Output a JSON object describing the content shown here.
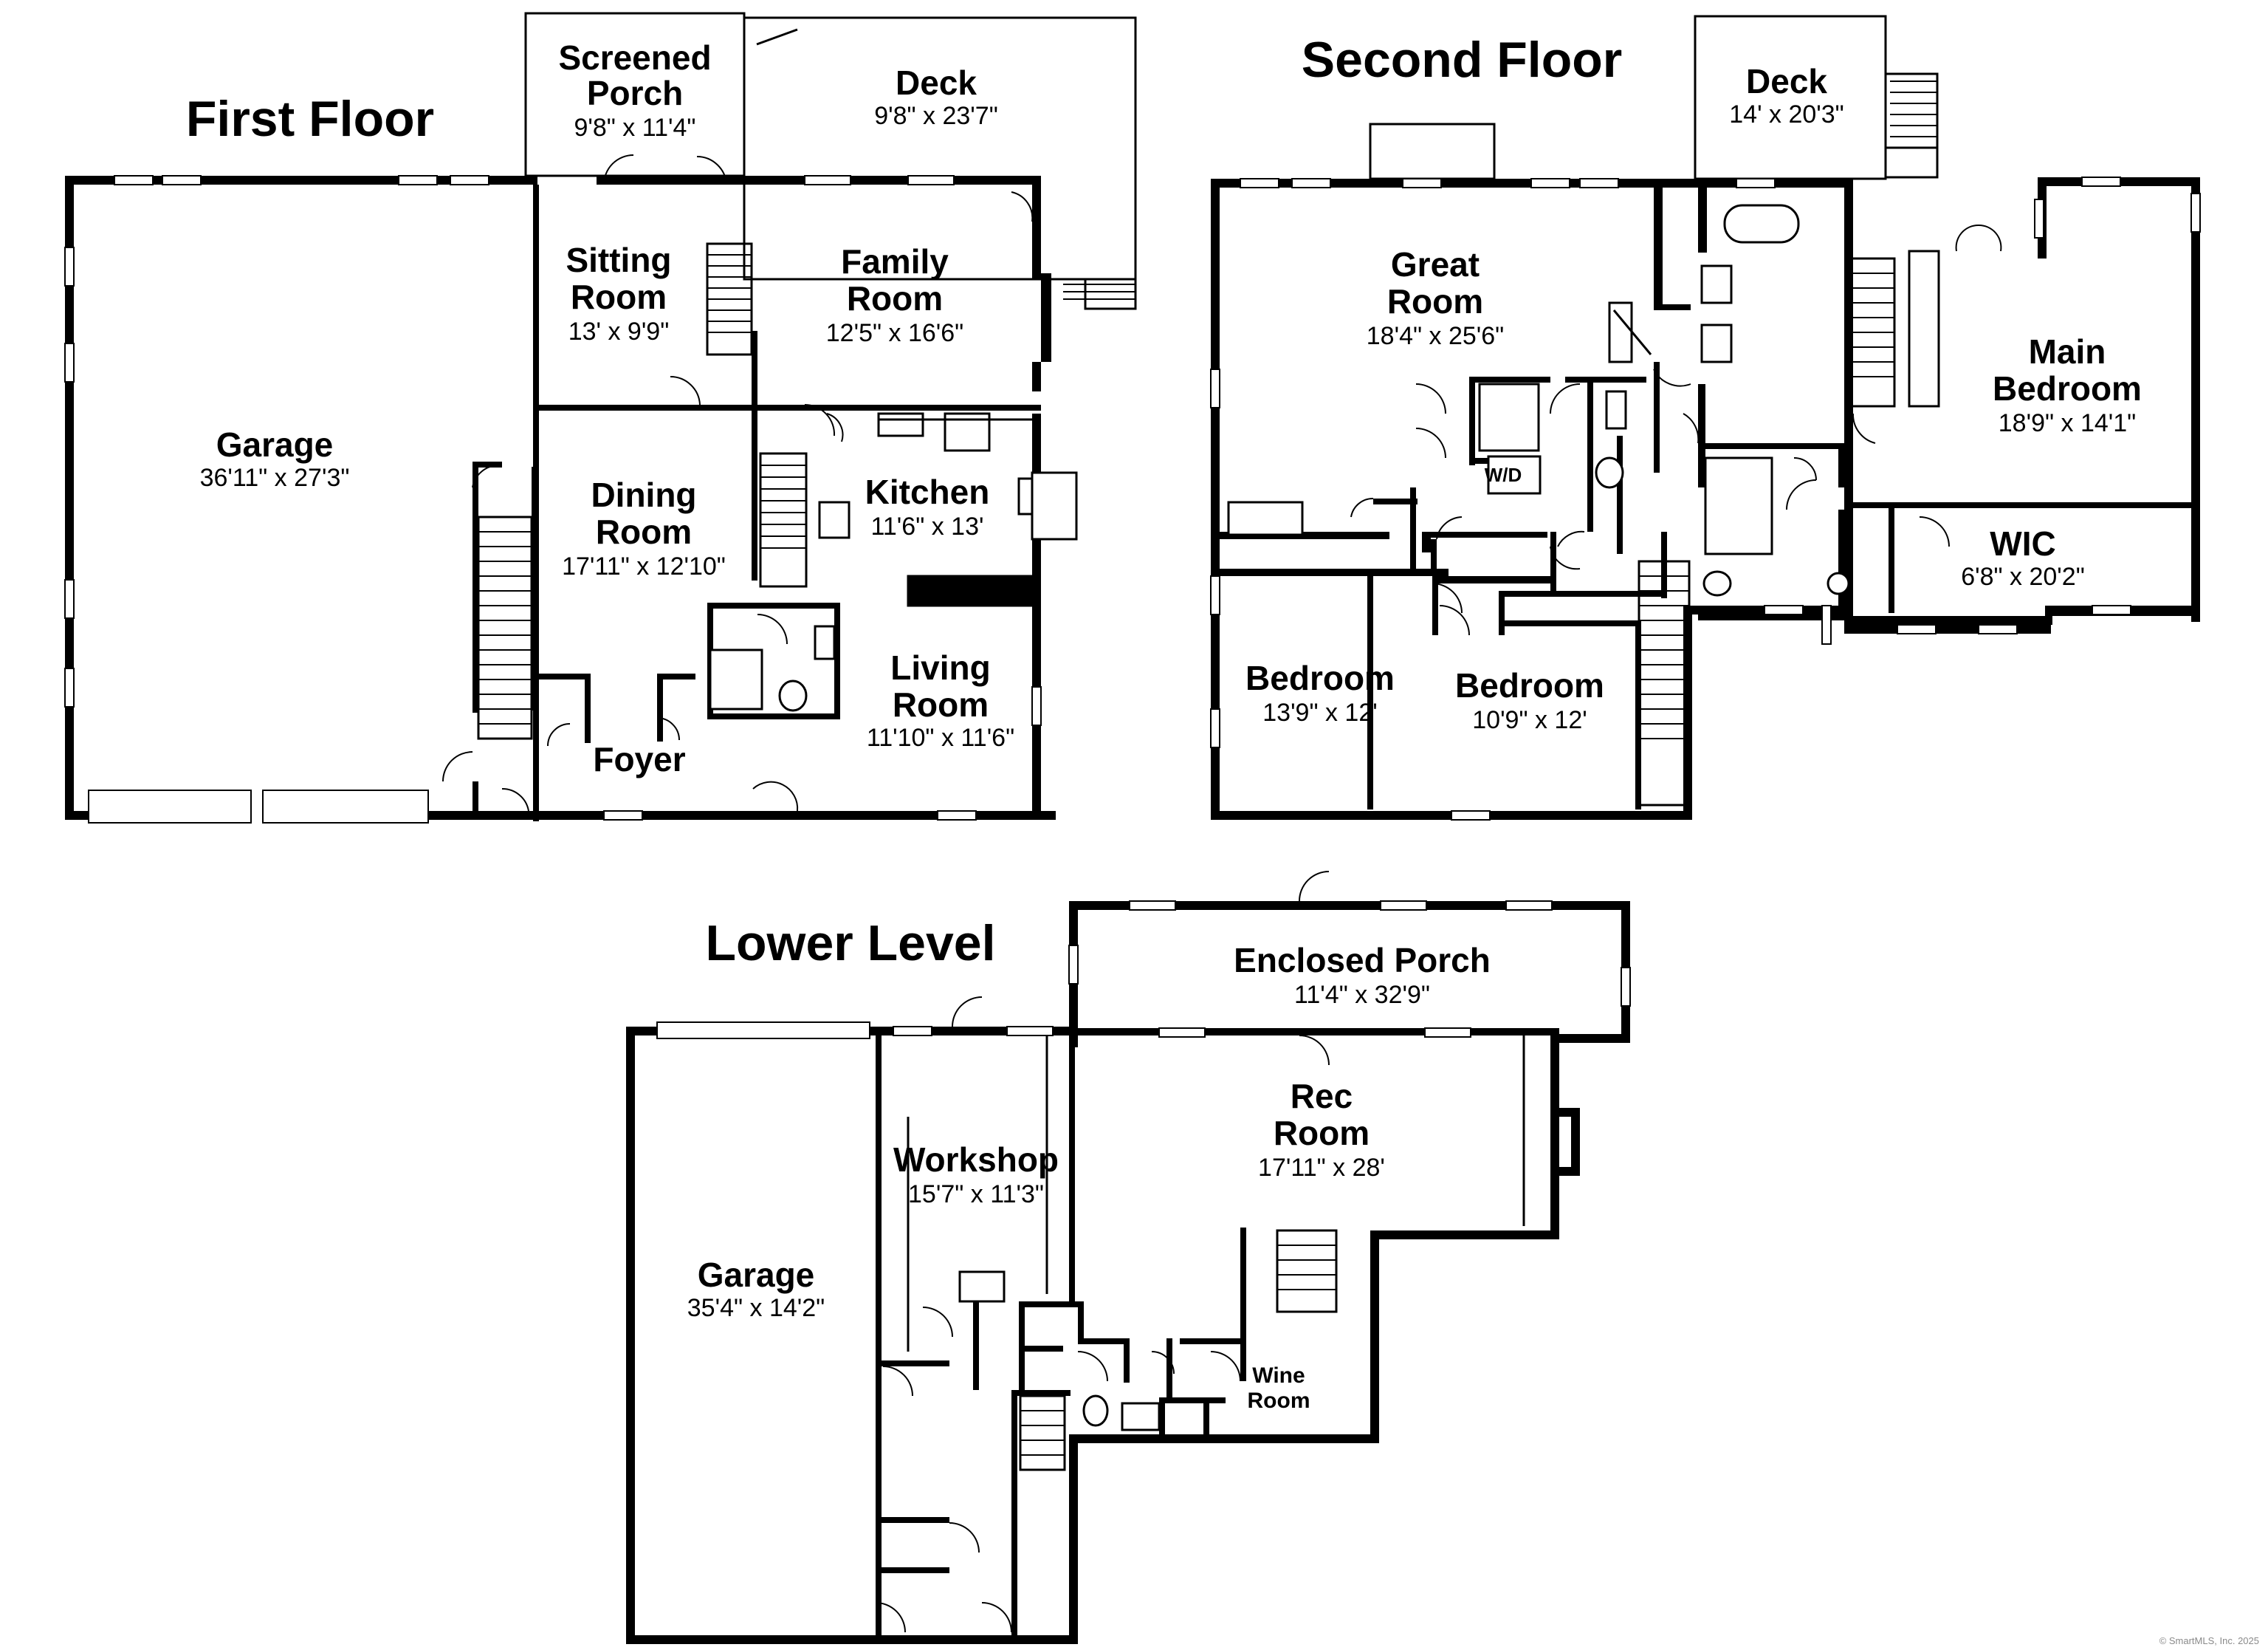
{
  "floors": {
    "first": {
      "title": "First Floor",
      "rooms": {
        "screened_porch": {
          "name1": "Screened",
          "name2": "Porch",
          "dim": "9'8\" x 11'4\""
        },
        "deck": {
          "name": "Deck",
          "dim": "9'8\" x 23'7\""
        },
        "sitting": {
          "name1": "Sitting",
          "name2": "Room",
          "dim": "13' x 9'9\""
        },
        "family": {
          "name1": "Family",
          "name2": "Room",
          "dim": "12'5\" x 16'6\""
        },
        "garage": {
          "name": "Garage",
          "dim": "36'11\" x 27'3\""
        },
        "dining": {
          "name1": "Dining",
          "name2": "Room",
          "dim": "17'11\" x 12'10\""
        },
        "kitchen": {
          "name": "Kitchen",
          "dim": "11'6\" x 13'"
        },
        "living": {
          "name1": "Living",
          "name2": "Room",
          "dim": "11'10\" x 11'6\""
        },
        "foyer": {
          "name": "Foyer"
        }
      }
    },
    "second": {
      "title": "Second Floor",
      "rooms": {
        "deck": {
          "name": "Deck",
          "dim": "14' x 20'3\""
        },
        "great": {
          "name1": "Great",
          "name2": "Room",
          "dim": "18'4\" x 25'6\""
        },
        "main_bedroom": {
          "name1": "Main",
          "name2": "Bedroom",
          "dim": "18'9\" x 14'1\""
        },
        "wic": {
          "name": "WIC",
          "dim": "6'8\" x 20'2\""
        },
        "bedroom1": {
          "name": "Bedroom",
          "dim": "13'9\" x 12'"
        },
        "bedroom2": {
          "name": "Bedroom",
          "dim": "10'9\" x 12'"
        },
        "laundry": {
          "name": "W/D"
        }
      }
    },
    "lower": {
      "title": "Lower Level",
      "rooms": {
        "enclosed_porch": {
          "name": "Enclosed Porch",
          "dim": "11'4\" x 32'9\""
        },
        "rec": {
          "name1": "Rec",
          "name2": "Room",
          "dim": "17'11\" x 28'"
        },
        "workshop": {
          "name": "Workshop",
          "dim": "15'7\" x 11'3\""
        },
        "garage": {
          "name": "Garage",
          "dim": "35'4\" x 14'2\""
        },
        "wine": {
          "name1": "Wine",
          "name2": "Room"
        }
      }
    }
  },
  "copyright": "© SmartMLS, Inc. 2025"
}
